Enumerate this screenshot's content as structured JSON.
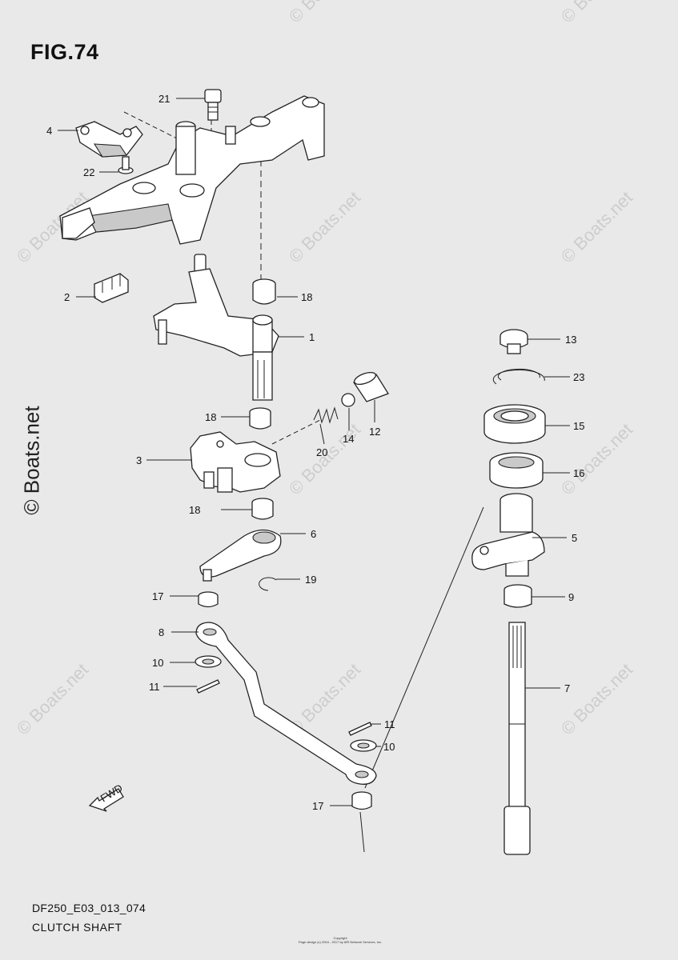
{
  "figure_title": "FIG.74",
  "model_code": "DF250_E03_013_074",
  "caption": "CLUTCH SHAFT",
  "watermark": "© Boats.net",
  "copyright_lines": [
    "Copyright",
    "Page design (c) 2004 - 2017 by ARI Network Services, Inc."
  ],
  "fwd_label": "FWD",
  "callouts": {
    "c21": "21",
    "c4": "4",
    "c22": "22",
    "c2": "2",
    "c18a": "18",
    "c1": "1",
    "c18b": "18",
    "c20": "20",
    "c14": "14",
    "c12": "12",
    "c3": "3",
    "c18c": "18",
    "c6": "6",
    "c19": "19",
    "c17a": "17",
    "c8": "8",
    "c10a": "10",
    "c11a": "11",
    "c11b": "11",
    "c10b": "10",
    "c17b": "17",
    "c13": "13",
    "c23": "23",
    "c15": "15",
    "c16": "16",
    "c5": "5",
    "c9": "9",
    "c7": "7"
  }
}
